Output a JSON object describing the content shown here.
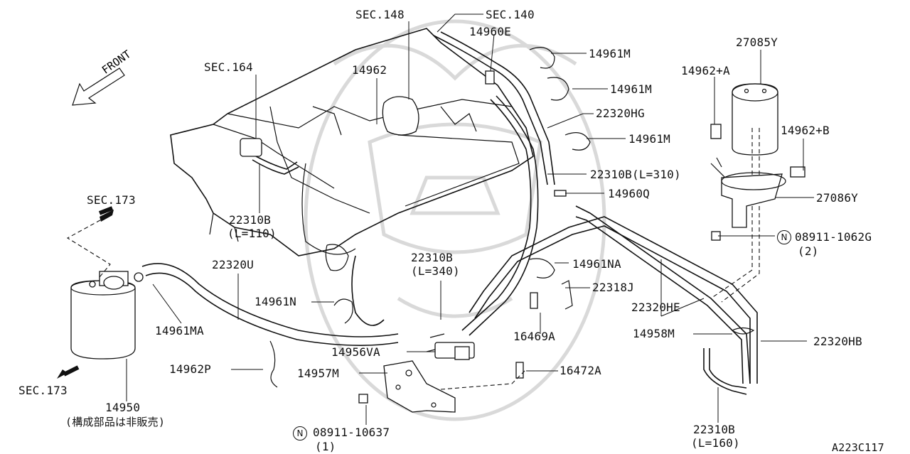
{
  "diagram": {
    "front_label": "FRONT",
    "code": "A223C117",
    "labels": {
      "sec148": "SEC.148",
      "sec140": "SEC.140",
      "p14960e": "14960E",
      "sec164": "SEC.164",
      "p14962": "14962",
      "p14961m_1": "14961M",
      "p14961m_2": "14961M",
      "p22320hg": "22320HG",
      "p14961m_3": "14961M",
      "p22310b_310": "22310B(L=310)",
      "p14960q": "14960Q",
      "p27085y": "27085Y",
      "p14962a": "14962+A",
      "p14962b": "14962+B",
      "p27086y": "27086Y",
      "p08911_1062g": "08911-1062G",
      "p08911_1062g_qty": "(2)",
      "sec173_top": "SEC.173",
      "p22310b_110a": "22310B",
      "p22310b_110b": "(L=110)",
      "p22320u": "22320U",
      "p22310b_340a": "22310B",
      "p22310b_340b": "(L=340)",
      "p14961na": "14961NA",
      "p22318j": "22318J",
      "p22320he": "22320HE",
      "p14961n": "14961N",
      "p16469a": "16469A",
      "p14958m": "14958M",
      "p22320hb": "22320HB",
      "p14961ma": "14961MA",
      "p14956va": "14956VA",
      "p14962p": "14962P",
      "p16472a": "16472A",
      "p14957m": "14957M",
      "sec173_bottom": "SEC.173",
      "p14950": "14950",
      "p14950_note": "(構成部品は非販売)",
      "p08911_10637": "08911-10637",
      "p08911_10637_qty": "(1)",
      "p22310b_160a": "22310B",
      "p22310b_160b": "(L=160)",
      "nut_symbol": "N"
    }
  }
}
